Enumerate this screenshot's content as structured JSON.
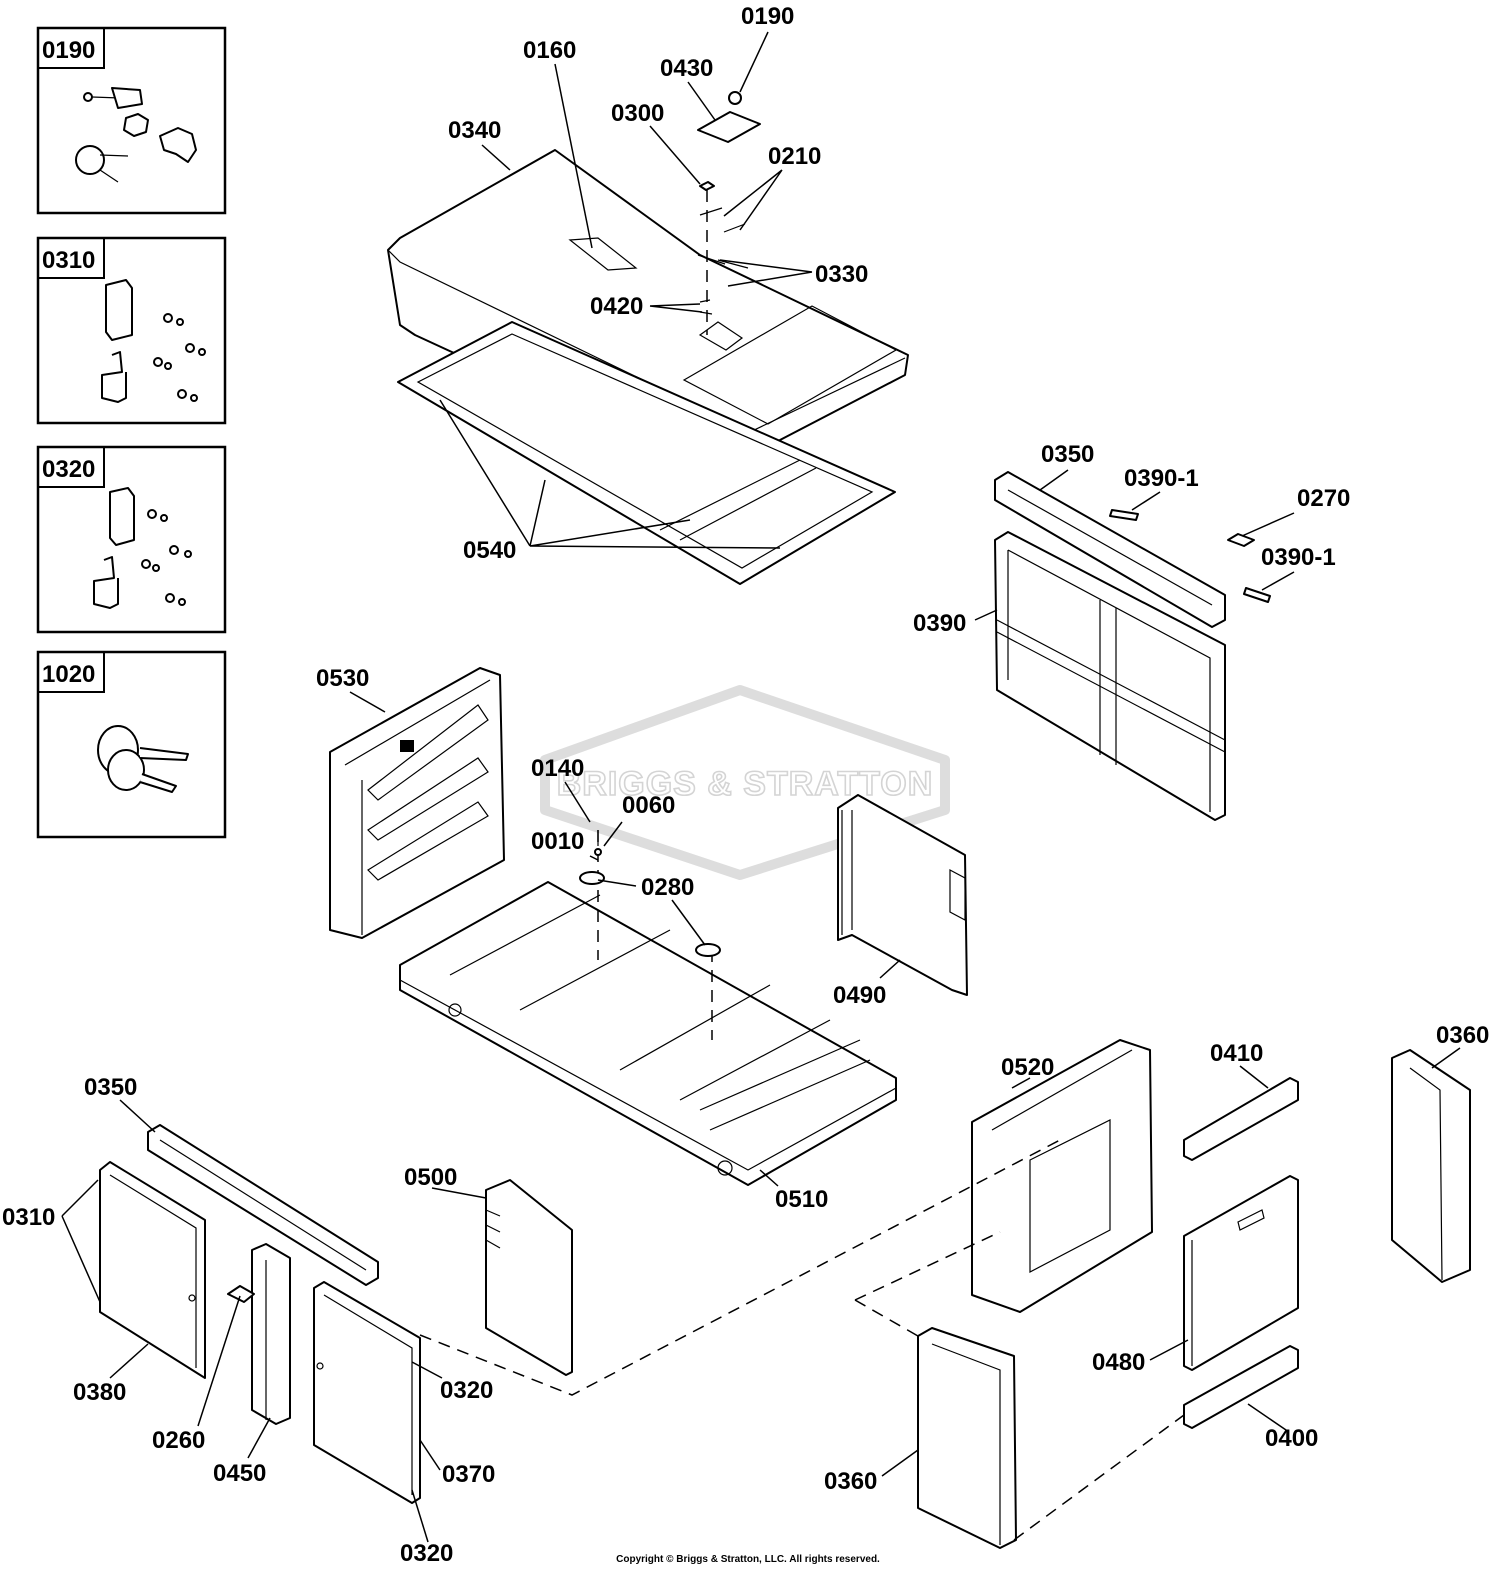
{
  "watermark": "BRIGGS & STRATTON",
  "copyright": "Copyright © Briggs & Stratton, LLC. All rights reserved.",
  "insets": [
    {
      "id": "0190"
    },
    {
      "id": "0310"
    },
    {
      "id": "0320"
    },
    {
      "id": "1020"
    }
  ],
  "callouts": {
    "c0190_top": "0190",
    "c0160": "0160",
    "c0430": "0430",
    "c0340": "0340",
    "c0300": "0300",
    "c0210": "0210",
    "c0330": "0330",
    "c0420": "0420",
    "c0540": "0540",
    "c0350_top": "0350",
    "c0390_1a": "0390-1",
    "c0270": "0270",
    "c0390_1b": "0390-1",
    "c0390": "0390",
    "c0530": "0530",
    "c0140": "0140",
    "c0060": "0060",
    "c0010": "0010",
    "c0280": "0280",
    "c0490": "0490",
    "c0510": "0510",
    "c0350_low": "0350",
    "c0310": "0310",
    "c0380": "0380",
    "c0260": "0260",
    "c0450": "0450",
    "c0500": "0500",
    "c0320_a": "0320",
    "c0370": "0370",
    "c0320_b": "0320",
    "c0520": "0520",
    "c0410": "0410",
    "c0360_right": "0360",
    "c0480": "0480",
    "c0400": "0400",
    "c0360_low": "0360"
  }
}
